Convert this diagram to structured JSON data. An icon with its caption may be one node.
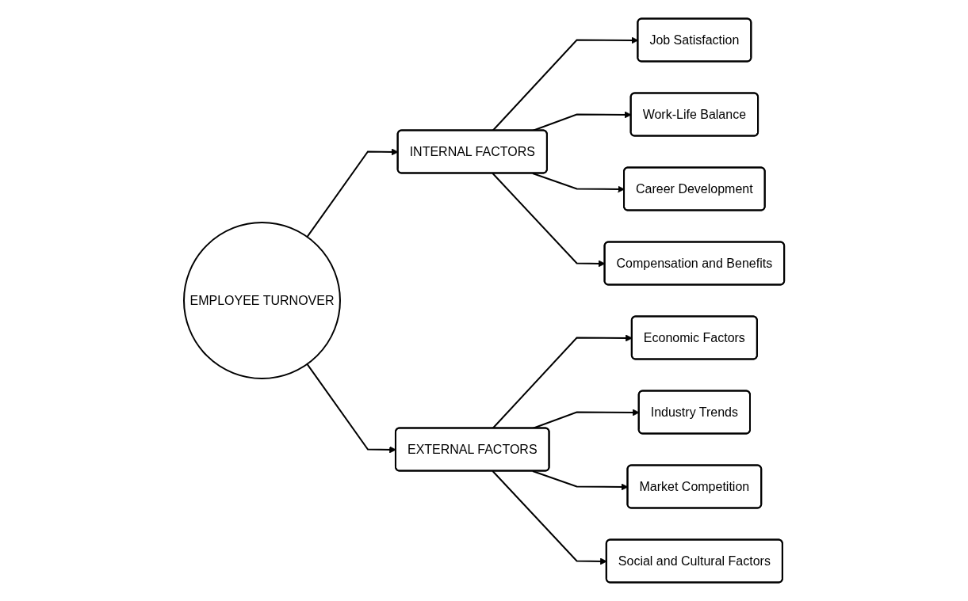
{
  "diagram": {
    "nodes": [
      {
        "text": [
          "Job Satisfaction"
        ]
      },
      {
        "text": [
          "Economic Factors"
        ]
      },
      {
        "text": [
          "Work-Life Balance"
        ]
      },
      {
        "text": [
          "INTERNAL FACTORS"
        ]
      },
      {
        "text": [
          "EMPLOYEE TURNOVER"
        ]
      },
      {
        "text": [
          "EXTERNAL FACTORS"
        ]
      },
      {
        "text": [
          "Industry Trends"
        ]
      },
      {
        "text": [
          "Career Development"
        ]
      },
      {
        "text": [
          "Compensation and Benefits"
        ]
      },
      {
        "text": [
          "Market Competition"
        ]
      },
      {
        "text": [
          "Social and Cultural Factors"
        ]
      }
    ],
    "edges": [
      {
        "from": 4,
        "to": 3,
        "arrow": "to"
      },
      {
        "from": 4,
        "to": 5,
        "arrow": "to"
      },
      {
        "from": 3,
        "to": 0,
        "arrow": "to"
      },
      {
        "from": 3,
        "to": 2,
        "arrow": "to"
      },
      {
        "from": 3,
        "to": 7,
        "arrow": "to"
      },
      {
        "from": 3,
        "to": 8,
        "arrow": "to"
      },
      {
        "from": 5,
        "to": 1,
        "arrow": "to"
      },
      {
        "from": 5,
        "to": 6,
        "arrow": "to"
      },
      {
        "from": 5,
        "to": 9,
        "arrow": "to"
      },
      {
        "from": 5,
        "to": 10,
        "arrow": "to"
      }
    ]
  }
}
